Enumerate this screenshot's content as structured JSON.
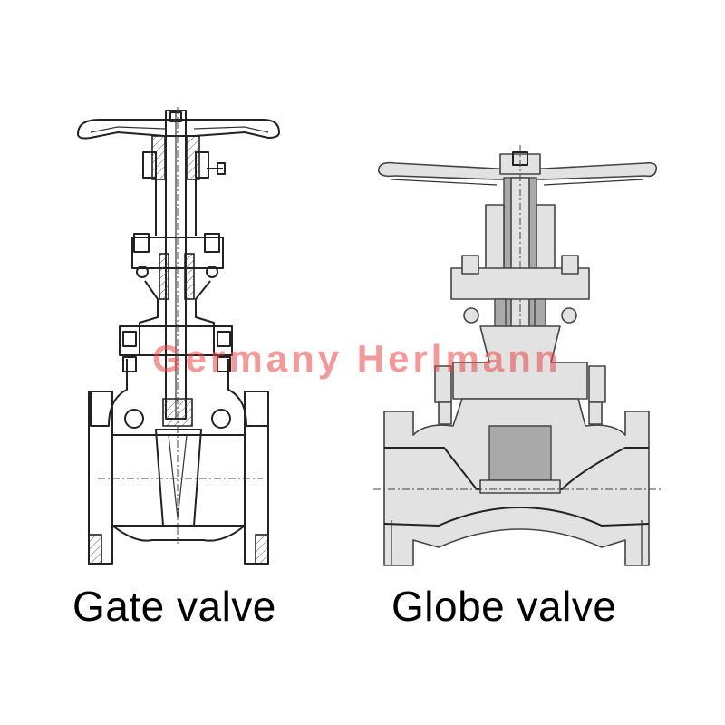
{
  "labels": {
    "gate_valve": "Gate valve",
    "globe_valve": "Globe valve"
  },
  "watermark": {
    "text": "Germany Herlmann"
  },
  "colors": {
    "line": "#222222",
    "globe_fill": "#e2e2e2",
    "globe_dark": "#a9a9a9",
    "watermark": "#eb4646"
  }
}
